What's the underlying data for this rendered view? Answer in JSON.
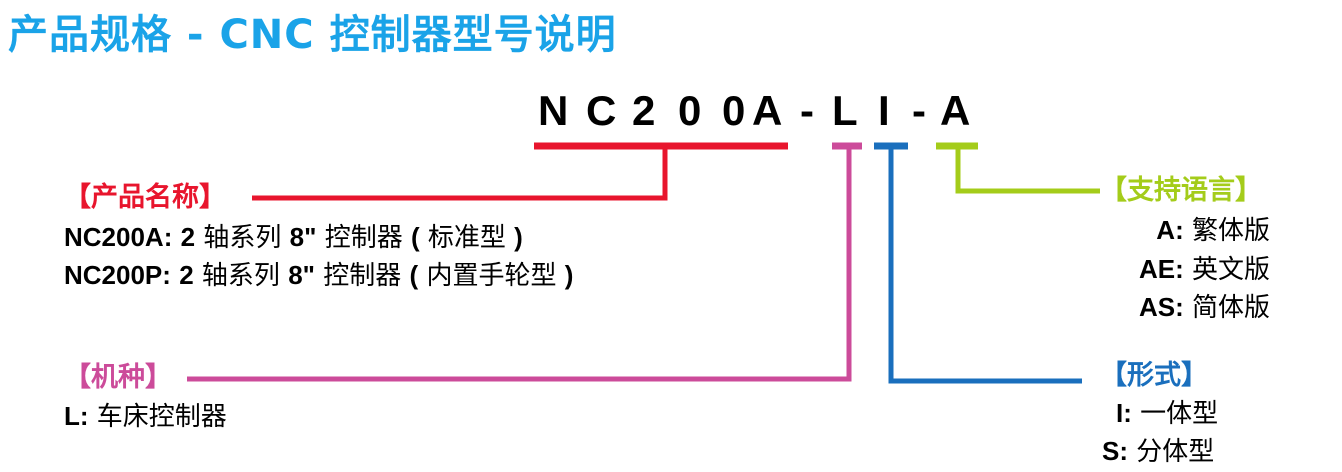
{
  "title": "产品规格 - CNC 控制器型号说明",
  "model": {
    "parts": [
      "N",
      "C",
      "2",
      "0",
      "0",
      "A",
      "-",
      "L",
      "I",
      "-",
      "A"
    ]
  },
  "colors": {
    "title": "#1aa3e8",
    "name": "#e8152d",
    "type": "#cc4b9a",
    "form": "#1a6fbd",
    "lang": "#a4cc1a"
  },
  "product_name": {
    "header": "【产品名称】",
    "items": [
      {
        "code": "NC200A:",
        "desc_strong": "2",
        "desc": " 轴系列 ",
        "size": "8\"",
        "desc2": " 控制器 ",
        "paren_open": "(",
        "note": " 标准型 ",
        "paren_close": ")"
      },
      {
        "code": "NC200P:",
        "desc_strong": "2",
        "desc": " 轴系列 ",
        "size": "8\"",
        "desc2": " 控制器 ",
        "paren_open": "(",
        "note": " 内置手轮型 ",
        "paren_close": ")"
      }
    ]
  },
  "machine_type": {
    "header": "【机种】",
    "items": [
      {
        "code": "L:",
        "desc": " 车床控制器"
      }
    ]
  },
  "language": {
    "header": "【支持语言】",
    "items": [
      {
        "code": "A:",
        "desc": " 繁体版"
      },
      {
        "code": "AE:",
        "desc": " 英文版"
      },
      {
        "code": "AS:",
        "desc": " 简体版"
      }
    ]
  },
  "form": {
    "header": "【形式】",
    "items": [
      {
        "code": "I:",
        "desc": " 一体型"
      },
      {
        "code": "S:",
        "desc": " 分体型"
      }
    ]
  }
}
